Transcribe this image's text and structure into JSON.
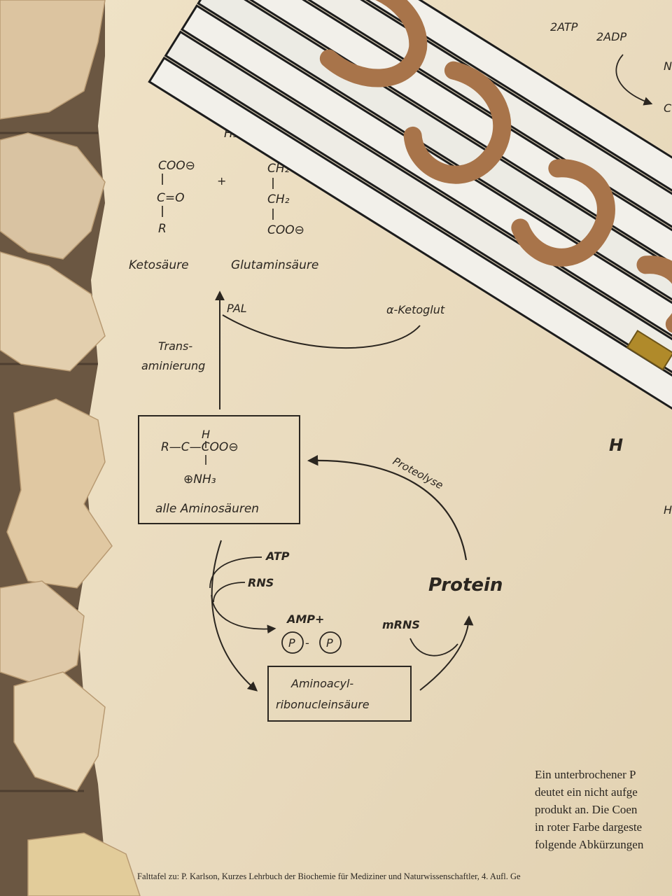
{
  "diagram": {
    "ketoacid": {
      "top": "COO⊖",
      "mid": "C=O",
      "bottom": "R",
      "label": "Ketosäure"
    },
    "plus": "+",
    "glutamate": {
      "charge": "⊕",
      "top": "H₃N−C−",
      "ch2a": "CH₂",
      "ch2b": "CH₂",
      "coo": "COO⊖",
      "label": "Glutaminsäure"
    },
    "pal_label": "PAL",
    "ketoglutarate_label": "α-Ketoglut",
    "transamination_label_1": "Trans-",
    "transamination_label_2": "aminierung",
    "amino_box": {
      "h": "H",
      "formula": "R—C—COO⊖",
      "nh3": "⊕NH₃",
      "label": "alle Aminosäuren"
    },
    "proteolysis_label": "Proteolyse",
    "protein_label": "Protein",
    "atp_label": "ATP",
    "rns_label": "RNS",
    "amp_label": "AMP+",
    "phosphate_1": "P",
    "phosphate_2": "P",
    "phosphate_dash": "-",
    "mrns_label": "mRNS",
    "aminoacyl_box": {
      "line1": "Aminoacyl-",
      "line2": "ribonucleinsäure"
    },
    "corner_atp": "2ATP",
    "corner_adp": "2ADP",
    "corner_letter_1": "N",
    "corner_letter_2": "C",
    "corner_right_1": "H",
    "corner_right_2": "H"
  },
  "footnote_lines": [
    "Ein unterbrochener P",
    "deutet ein nicht aufge",
    "produkt an. Die Coen",
    "in roter Farbe dargeste",
    "folgende Abkürzungen"
  ],
  "caption": "Falttafel zu: P. Karlson, Kurzes Lehrbuch der Biochemie für Mediziner und Naturwissenschaftler, 4. Aufl. Ge",
  "colors": {
    "paper": "#eadcc0",
    "ink": "#2b2620",
    "ruler_white": "#f2f0ea",
    "ruler_print": "#a8744a",
    "brass": "#b08a2a",
    "wood": "#6b5742"
  }
}
